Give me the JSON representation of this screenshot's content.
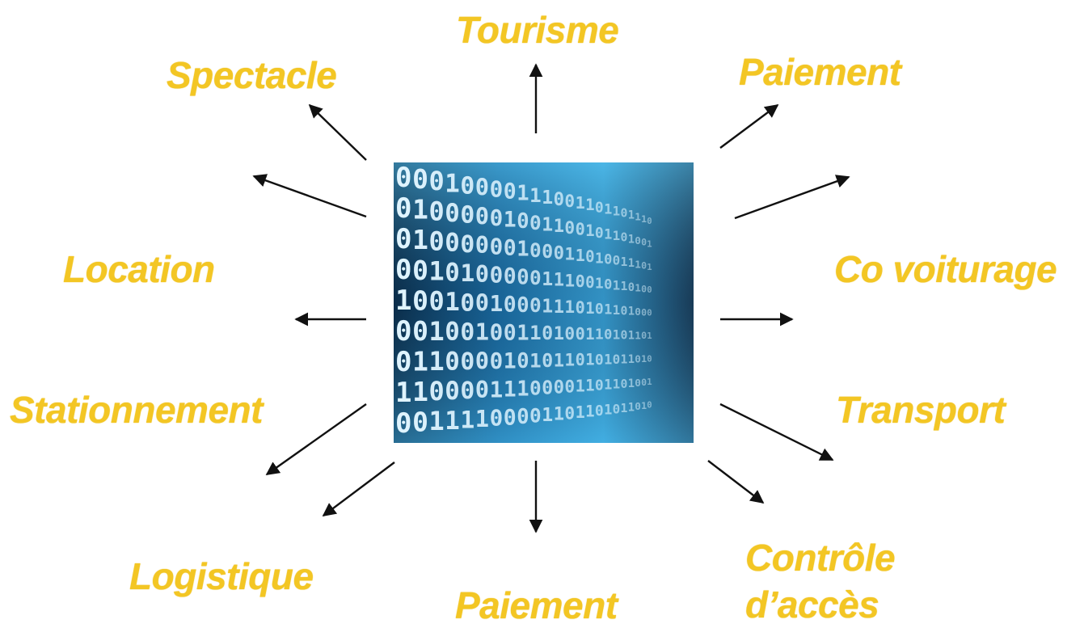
{
  "labels": {
    "tourisme": "Tourisme",
    "spectacle": "Spectacle",
    "paiement_top": "Paiement",
    "location": "Location",
    "co_voiturage": "Co voiturage",
    "stationnement": "Stationnement",
    "transport": "Transport",
    "logistique": "Logistique",
    "paiement_bottom": "Paiement",
    "controle_line1": "Contrôle",
    "controle_line2": "d’accès"
  },
  "center_image": {
    "rows": [
      "00010000111001101101110",
      "01000001001100101101001",
      "01000000100011010011101",
      "00101000001110010110100",
      "10010010001110101101000",
      "00100100110100110101101",
      "01100001010110101011010",
      "11000011100001101101001",
      "00111100001101101011010"
    ]
  },
  "colors": {
    "label": "#f3c624",
    "arrow": "#111111",
    "image_bg_dark": "#07192b",
    "image_bg_light": "#3aa0d8",
    "digit": "#dff4ff"
  }
}
